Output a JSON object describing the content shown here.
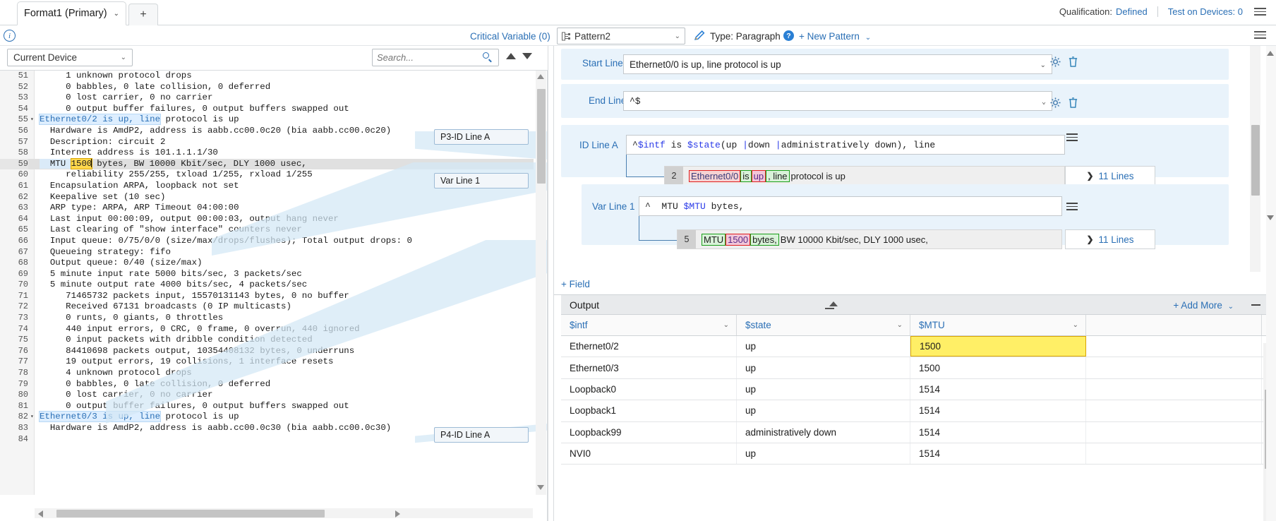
{
  "tabbar": {
    "tabs": [
      {
        "label": "Format1 (Primary)",
        "chevron": "⌄"
      }
    ],
    "add_label": "+",
    "qualification_key": "Qualification:",
    "qualification_value": "Defined",
    "test_devices": "Test on Devices: 0",
    "menu_icon": "hamburger-icon"
  },
  "subbar": {
    "info_icon": "i",
    "critical_variable": "Critical Variable (0)",
    "pattern_name": "Pattern2",
    "pattern_icon": "pattern-node-icon",
    "edit_icon": "pencil-icon",
    "type_label": "Type: Paragraph",
    "help_icon": "?",
    "new_pattern": "+ New Pattern",
    "new_pattern_chevron": "⌄",
    "menu_icon": "hamburger-icon"
  },
  "left": {
    "device_select": "Current Device",
    "device_chevron": "⌄",
    "search_placeholder": "Search...",
    "search_value": "",
    "search_icon": "magnifier-icon",
    "prev_icon": "triangle-up-icon",
    "next_icon": "triangle-down-icon",
    "callouts": [
      {
        "label": "P3-ID Line A"
      },
      {
        "label": "Var Line 1"
      },
      {
        "label": "P4-ID Line A"
      }
    ],
    "code_lines": [
      {
        "n": 51,
        "text": "     1 unknown protocol drops"
      },
      {
        "n": 52,
        "text": "     0 babbles, 0 late collision, 0 deferred"
      },
      {
        "n": 53,
        "text": "     0 lost carrier, 0 no carrier"
      },
      {
        "n": 54,
        "text": "     0 output buffer failures, 0 output buffers swapped out"
      },
      {
        "n": 55,
        "text": "Ethernet0/2 is up, line protocol is up",
        "fold": true,
        "kind": "header",
        "head": "Ethernet0/2 is up, line",
        "tail": " protocol is up"
      },
      {
        "n": 56,
        "text": "  Hardware is AmdP2, address is aabb.cc00.0c20 (bia aabb.cc00.0c20)"
      },
      {
        "n": 57,
        "text": "  Description: circuit 2"
      },
      {
        "n": 58,
        "text": "  Internet address is 101.1.1.1/30"
      },
      {
        "n": 59,
        "text": "  MTU 1500 bytes, BW 10000 Kbit/sec, DLY 1000 usec,",
        "kind": "mtu",
        "pre": "  MTU ",
        "val": "1500",
        "post": " bytes, BW 10000 Kbit/sec, DLY 1000 usec,",
        "highlight": true
      },
      {
        "n": 60,
        "text": "     reliability 255/255, txload 1/255, rxload 1/255"
      },
      {
        "n": 61,
        "text": "  Encapsulation ARPA, loopback not set"
      },
      {
        "n": 62,
        "text": "  Keepalive set (10 sec)"
      },
      {
        "n": 63,
        "text": "  ARP type: ARPA, ARP Timeout 04:00:00"
      },
      {
        "n": 64,
        "text": "  Last input 00:00:09, output 00:00:03, output hang never"
      },
      {
        "n": 65,
        "text": "  Last clearing of \"show interface\" counters never"
      },
      {
        "n": 66,
        "text": "  Input queue: 0/75/0/0 (size/max/drops/flushes); Total output drops: 0"
      },
      {
        "n": 67,
        "text": "  Queueing strategy: fifo"
      },
      {
        "n": 68,
        "text": "  Output queue: 0/40 (size/max)"
      },
      {
        "n": 69,
        "text": "  5 minute input rate 5000 bits/sec, 3 packets/sec"
      },
      {
        "n": 70,
        "text": "  5 minute output rate 4000 bits/sec, 4 packets/sec"
      },
      {
        "n": 71,
        "text": "     71465732 packets input, 15570131143 bytes, 0 no buffer"
      },
      {
        "n": 72,
        "text": "     Received 67131 broadcasts (0 IP multicasts)"
      },
      {
        "n": 73,
        "text": "     0 runts, 0 giants, 0 throttles"
      },
      {
        "n": 74,
        "text": "     440 input errors, 0 CRC, 0 frame, 0 overrun, 440 ignored"
      },
      {
        "n": 75,
        "text": "     0 input packets with dribble condition detected"
      },
      {
        "n": 76,
        "text": "     84410698 packets output, 10354408132 bytes, 0 underruns"
      },
      {
        "n": 77,
        "text": "     19 output errors, 19 collisions, 1 interface resets"
      },
      {
        "n": 78,
        "text": "     4 unknown protocol drops"
      },
      {
        "n": 79,
        "text": "     0 babbles, 0 late collision, 0 deferred"
      },
      {
        "n": 80,
        "text": "     0 lost carrier, 0 no carrier"
      },
      {
        "n": 81,
        "text": "     0 output buffer failures, 0 output buffers swapped out"
      },
      {
        "n": 82,
        "text": "Ethernet0/3 is up, line protocol is up",
        "fold": true,
        "kind": "header",
        "head": "Ethernet0/3 is up, line",
        "tail": " protocol is up"
      },
      {
        "n": 83,
        "text": "  Hardware is AmdP2, address is aabb.cc00.0c30 (bia aabb.cc00.0c30)"
      },
      {
        "n": 84,
        "text": ""
      }
    ]
  },
  "right": {
    "fields": [
      {
        "label": "Start Line:",
        "value": "Ethernet0/0 is up, line protocol is up",
        "chevron": "⌄",
        "gear_icon": "gear-icon",
        "delete_icon": "trash-icon"
      },
      {
        "label": "End Line:",
        "value": "^$",
        "chevron": "⌄",
        "gear_icon": "gear-icon",
        "delete_icon": "trash-icon"
      }
    ],
    "id_line": {
      "label": "ID Line A",
      "pattern": "^$intf is $state(up |down |administratively down), line",
      "menu_icon": "list-icon",
      "match_number": "2",
      "match_tokens": [
        {
          "t": "Ethernet0/0",
          "style": "red"
        },
        {
          "t": " is ",
          "style": "green"
        },
        {
          "t": "up",
          "style": "redpink"
        },
        {
          "t": ", line",
          "style": "green"
        },
        {
          "t": " protocol is up",
          "style": "plain"
        }
      ],
      "lines_button": "11 Lines",
      "lines_chevron": "❯"
    },
    "var_line": {
      "label": "Var Line 1",
      "pattern": "^  MTU $MTU bytes,",
      "menu_icon": "list-icon",
      "match_number": "5",
      "match_tokens": [
        {
          "t": "MTU ",
          "style": "green"
        },
        {
          "t": "1500",
          "style": "redpink"
        },
        {
          "t": " bytes,",
          "style": "green"
        },
        {
          "t": " BW 10000 Kbit/sec, DLY 1000 usec,",
          "style": "plain"
        }
      ],
      "lines_button": "11 Lines",
      "lines_chevron": "❯"
    },
    "add_field": "+ Field",
    "output": {
      "title": "Output",
      "add_more": "+ Add More",
      "collapse_icon": "collapse-icon",
      "minimize_icon": "minimize-icon",
      "columns": [
        {
          "label": "$intf",
          "chevron": "⌄"
        },
        {
          "label": "$state",
          "chevron": "⌄"
        },
        {
          "label": "$MTU",
          "chevron": "⌄"
        }
      ],
      "rows": [
        {
          "intf": "Ethernet0/2",
          "state": "up",
          "mtu": "1500",
          "highlight": true
        },
        {
          "intf": "Ethernet0/3",
          "state": "up",
          "mtu": "1500"
        },
        {
          "intf": "Loopback0",
          "state": "up",
          "mtu": "1514"
        },
        {
          "intf": "Loopback1",
          "state": "up",
          "mtu": "1514"
        },
        {
          "intf": "Loopback99",
          "state": "administratively down",
          "mtu": "1514"
        },
        {
          "intf": "NVI0",
          "state": "up",
          "mtu": "1514"
        }
      ]
    }
  },
  "colors": {
    "accent": "#2a6fb5",
    "highlight_yellow": "#ffef66",
    "band_blue": "#d3e7f5",
    "panel_blue": "#e9f3fb"
  }
}
